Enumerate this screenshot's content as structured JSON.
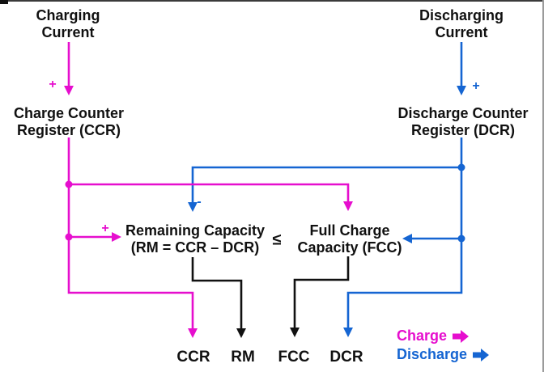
{
  "diagram": {
    "nodes": {
      "charging_current": {
        "line1": "Charging",
        "line2": "Current"
      },
      "discharging_current": {
        "line1": "Discharging",
        "line2": "Current"
      },
      "charge_counter": {
        "line1": "Charge Counter",
        "line2": "Register (CCR)"
      },
      "discharge_counter": {
        "line1": "Discharge Counter",
        "line2": "Register (DCR)"
      },
      "remaining_capacity": {
        "line1": "Remaining Capacity",
        "line2": "(RM = CCR – DCR)"
      },
      "full_charge": {
        "line1": "Full Charge",
        "line2": "Capacity (FCC)"
      },
      "comparator": "≤"
    },
    "signs": {
      "charging_plus": "+",
      "discharging_plus": "+",
      "remaining_plus": "+",
      "remaining_minus": "-"
    },
    "outputs": {
      "ccr": "CCR",
      "rm": "RM",
      "fcc": "FCC",
      "dcr": "DCR"
    },
    "legend": {
      "charge": "Charge",
      "discharge": "Discharge"
    },
    "colors": {
      "charge": "#E60ECE",
      "discharge": "#1565D2",
      "neutral": "#111111"
    }
  }
}
